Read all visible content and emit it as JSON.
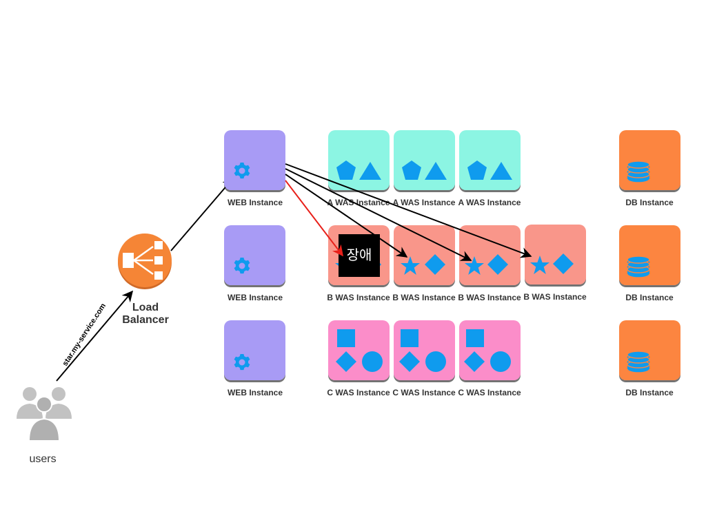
{
  "users": {
    "label": "users",
    "icon": "users-icon",
    "color": "#c0c0c0"
  },
  "load_balancer": {
    "line1": "Load",
    "line2": "Balancer",
    "icon": "load-balancer-icon",
    "color": "#f58536"
  },
  "connection": {
    "label": "star.my-service.com"
  },
  "colors": {
    "web": "#a89bf5",
    "was_a": "#8cf5e3",
    "was_b": "#f9968a",
    "was_c": "#fb8dc9",
    "db": "#fc8540",
    "glyph": "#0f9bee",
    "fault_arrow": "#e8201a",
    "fault_box": "#000000"
  },
  "rows": [
    {
      "web": {
        "label": "WEB Instance",
        "icon": "gear-icon"
      },
      "was": [
        {
          "label": "A WAS Instance",
          "icons": [
            "pentagon-icon",
            "triangle-icon"
          ]
        },
        {
          "label": "A WAS Instance",
          "icons": [
            "pentagon-icon",
            "triangle-icon"
          ]
        },
        {
          "label": "A WAS Instance",
          "icons": [
            "pentagon-icon",
            "triangle-icon"
          ]
        }
      ],
      "db": {
        "label": "DB Instance",
        "icon": "database-icon"
      }
    },
    {
      "web": {
        "label": "WEB Instance",
        "icon": "gear-icon"
      },
      "was": [
        {
          "label": "B WAS Instance",
          "icons": [
            "star-icon",
            "diamond-icon"
          ]
        },
        {
          "label": "B WAS Instance",
          "icons": [
            "star-icon",
            "diamond-icon"
          ]
        },
        {
          "label": "B WAS Instance",
          "icons": [
            "star-icon",
            "diamond-icon"
          ]
        },
        {
          "label": "B WAS Instance",
          "icons": [
            "star-icon",
            "diamond-icon"
          ]
        }
      ],
      "db": {
        "label": "DB Instance",
        "icon": "database-icon"
      }
    },
    {
      "web": {
        "label": "WEB Instance",
        "icon": "gear-icon"
      },
      "was": [
        {
          "label": "C WAS Instance",
          "icons": [
            "square-icon",
            "diamond-icon",
            "circle-icon"
          ]
        },
        {
          "label": "C WAS Instance",
          "icons": [
            "square-icon",
            "diamond-icon",
            "circle-icon"
          ]
        },
        {
          "label": "C WAS Instance",
          "icons": [
            "square-icon",
            "diamond-icon",
            "circle-icon"
          ]
        }
      ],
      "db": {
        "label": "DB Instance",
        "icon": "database-icon"
      }
    }
  ],
  "fault": {
    "label": "장애"
  }
}
